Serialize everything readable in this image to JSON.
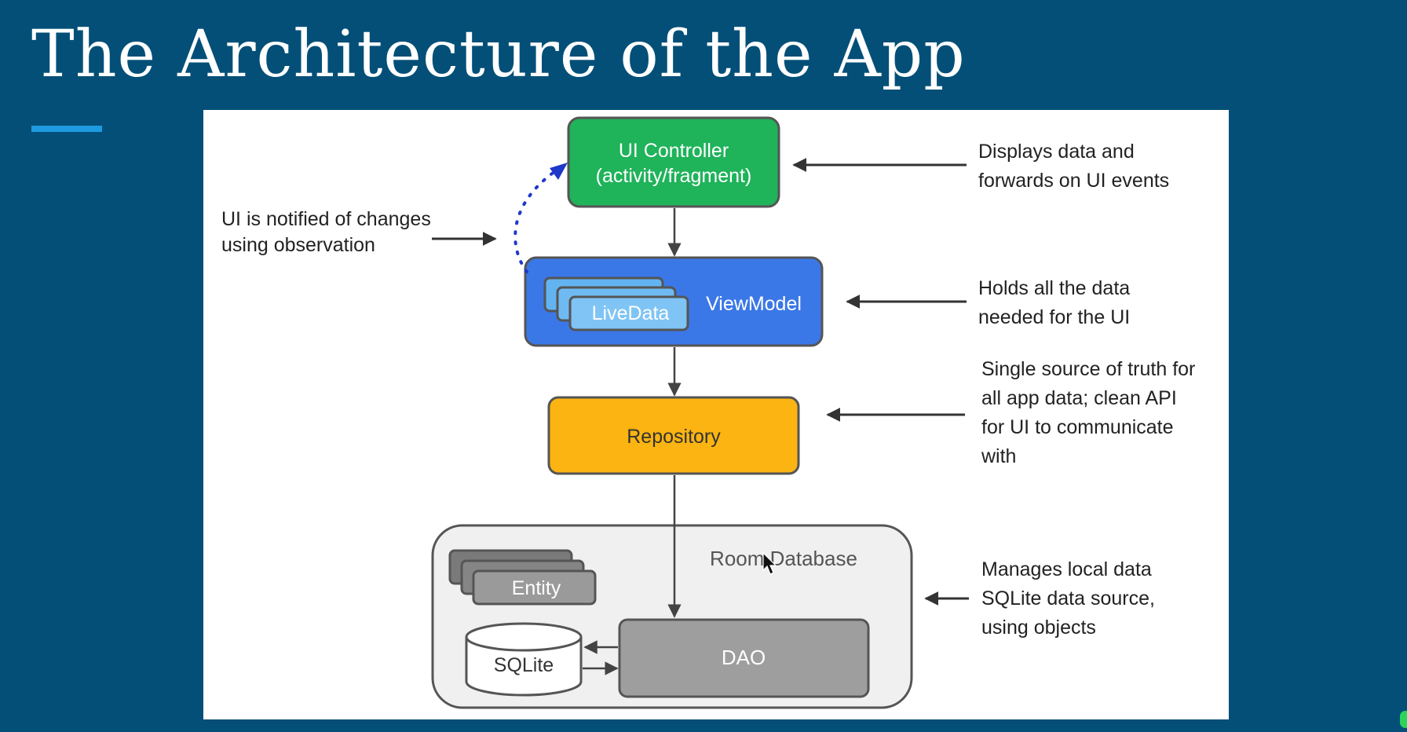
{
  "title": "The Architecture of the App",
  "colors": {
    "background": "#034f77",
    "title_accent": "#1e9be0",
    "ui_controller": "#1fb35a",
    "viewmodel": "#3b78e7",
    "livedata": "#7fc4f5",
    "repository": "#fbb411",
    "room_database": "#f0f0f0",
    "dao": "#9e9e9e",
    "observation_arrow": "#1f38c9"
  },
  "diagram": {
    "ui_controller": {
      "line1": "UI Controller",
      "line2": "(activity/fragment)"
    },
    "viewmodel": {
      "label": "ViewModel",
      "livedata_label": "LiveData"
    },
    "repository": {
      "label": "Repository"
    },
    "room_database": {
      "label": "Room Database",
      "entity_label": "Entity",
      "sqlite_label": "SQLite",
      "dao_label": "DAO"
    }
  },
  "annotations": {
    "observation": {
      "line1": "UI is notified of changes",
      "line2": "using observation"
    },
    "ui_controller": {
      "line1": "Displays data and",
      "line2": "forwards on UI events"
    },
    "viewmodel": {
      "line1": "Holds all the data",
      "line2": "needed for the UI"
    },
    "repository": {
      "line1": "Single source of truth for",
      "line2": "all app data; clean API",
      "line3": "for UI to communicate",
      "line4": "with"
    },
    "room_database": {
      "line1": "Manages local data",
      "line2": "SQLite data source,",
      "line3": "using objects"
    }
  }
}
